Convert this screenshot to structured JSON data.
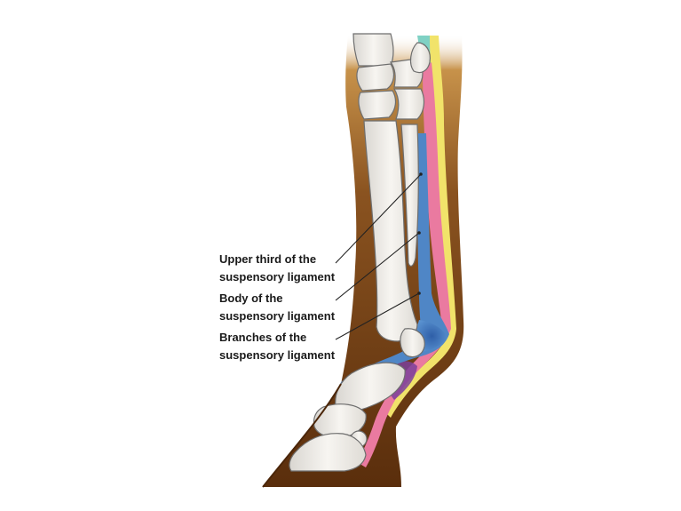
{
  "labels": {
    "upper_third": {
      "line1": "Upper third of the",
      "line2": "suspensory ligament"
    },
    "body": {
      "line1": "Body of the",
      "line2": "suspensory ligament"
    },
    "branches": {
      "line1": "Branches of the",
      "line2": "suspensory ligament"
    }
  },
  "colors": {
    "background": "#ffffff",
    "skin_brown": "#6b3a12",
    "skin_brown_light": "#a9712f",
    "bone": "#f2efea",
    "bone_outline": "#6e6e6e",
    "suspensory_ligament": "#4f86c6",
    "deep_flexor_tendon": "#ea7aa0",
    "superficial_flexor_tendon": "#f1e36a",
    "teal_structure": "#7fd1c4",
    "purple_area": "#7b3f9a",
    "leader_line": "#222222"
  }
}
